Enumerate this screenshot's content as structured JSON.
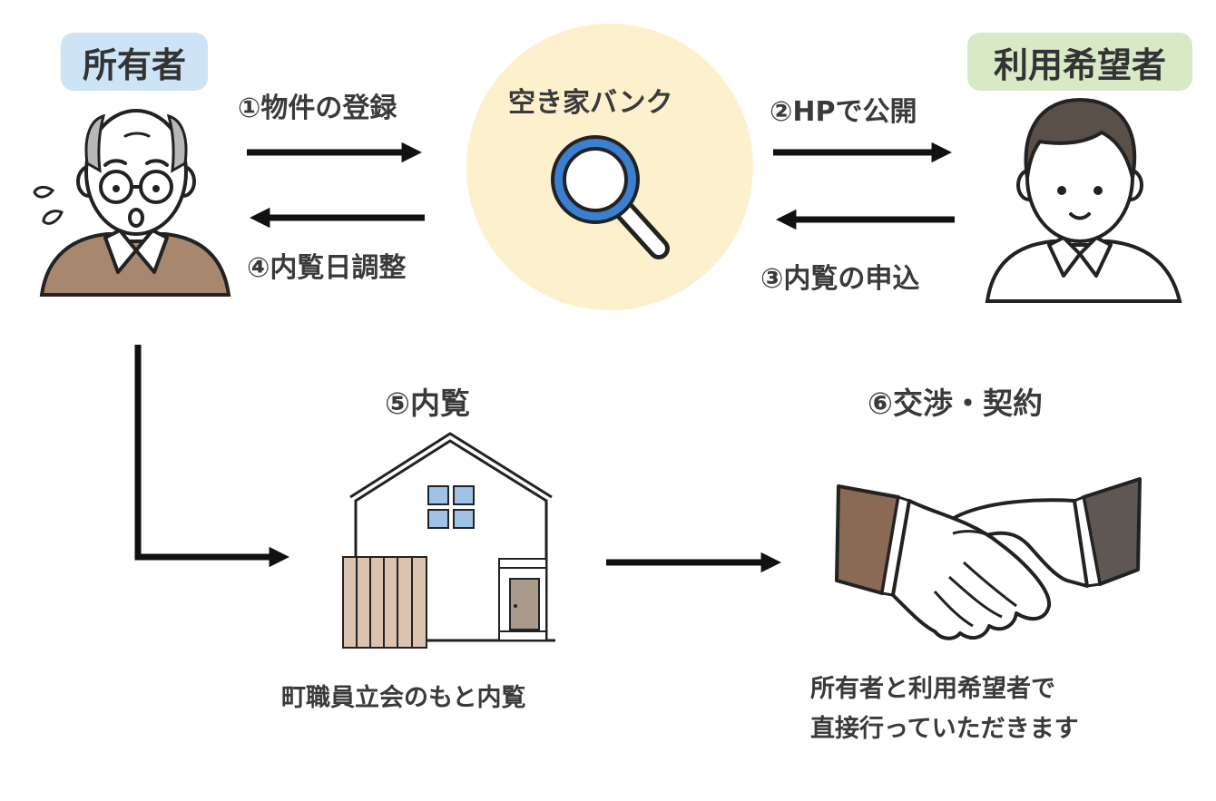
{
  "owner": {
    "label": "所有者",
    "tag_color": "#cde3f6"
  },
  "user": {
    "label": "利用希望者",
    "tag_color": "#d8e9c6"
  },
  "bank": {
    "label": "空き家バンク",
    "circle_color": "#fdf0cc",
    "icon": "magnifier-icon"
  },
  "steps": {
    "s1": "①物件の登録",
    "s2": "②HPで公開",
    "s3": "③内覧の申込",
    "s4": "④内覧日調整",
    "s5": "⑤内覧",
    "s6": "⑥交渉・契約"
  },
  "notes": {
    "viewing": "町職員立会のもと内覧",
    "contract_line1": "所有者と利用希望者で",
    "contract_line2": "直接行っていただきます"
  },
  "colors": {
    "arrow": "#111111",
    "magnifier_ring": "#3b7fd0",
    "window": "#9fc2e6",
    "fence": "#dcc3b0",
    "door": "#a99a8c",
    "sleeve_left": "#8a6a55",
    "sleeve_right": "#5e5753"
  }
}
